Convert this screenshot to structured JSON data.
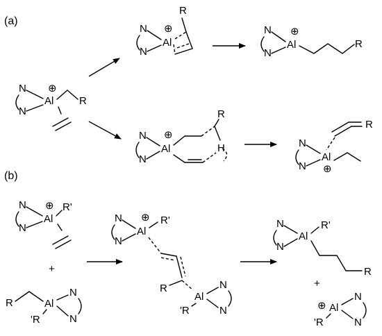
{
  "labels": {
    "part_a": "(a)",
    "part_b": "(b)"
  },
  "atoms": {
    "al": "Al",
    "n": "N",
    "r": "R",
    "r_prime": "R'",
    "prime_r": "'R",
    "h": "H",
    "plus": "+"
  },
  "symbols": {
    "cationic_charge": "⊕"
  }
}
